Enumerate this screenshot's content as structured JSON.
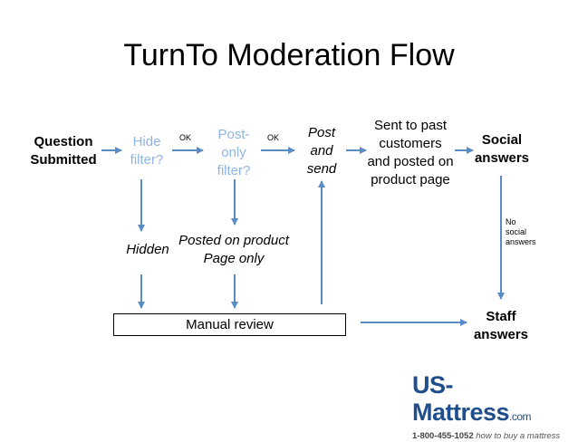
{
  "title": "TurnTo Moderation Flow",
  "nodes": {
    "question_submitted": [
      "Question",
      "Submitted"
    ],
    "hide_filter": [
      "Hide",
      "filter?"
    ],
    "post_only_filter": [
      "Post-",
      "only",
      "filter?"
    ],
    "post_and_send": [
      "Post",
      "and",
      "send"
    ],
    "sent_to_past": [
      "Sent to past",
      "customers",
      "and posted on",
      "product page"
    ],
    "social_answers": [
      "Social",
      "answers"
    ],
    "hidden": "Hidden",
    "posted_on_product": [
      "Posted on product",
      "Page only"
    ],
    "manual_review": "Manual review",
    "staff_answers": [
      "Staff",
      "answers"
    ]
  },
  "edge_labels": {
    "ok_1": "OK",
    "ok_2": "OK",
    "no_social": [
      "No",
      "social",
      "answers"
    ]
  },
  "logo": {
    "brand": "US-Mattress",
    "suffix": ".com",
    "phone": "1-800-455-1052",
    "tagline": "how to buy a mattress"
  },
  "colors": {
    "arrow": "#5b8bc5",
    "faded_text": "#8eb4e3",
    "logo_blue": "#1f4e8c"
  }
}
